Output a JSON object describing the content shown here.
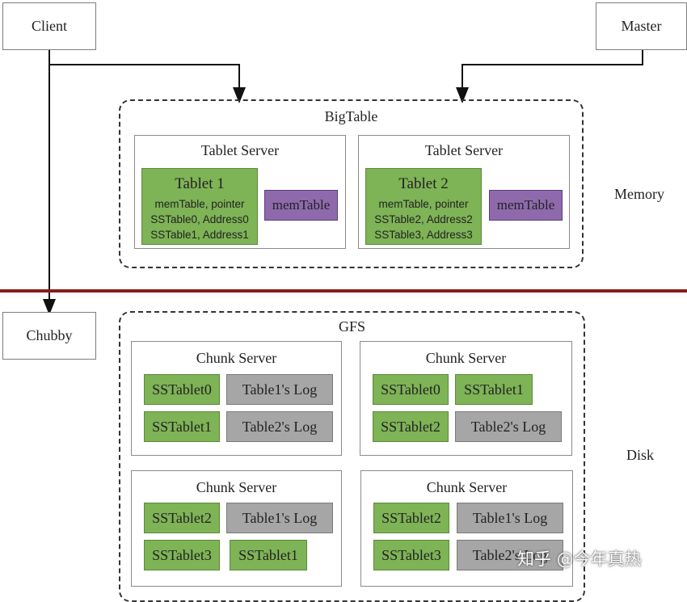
{
  "client": "Client",
  "master": "Master",
  "chubby": "Chubby",
  "memory_label": "Memory",
  "disk_label": "Disk",
  "bigtable": {
    "title": "BigTable",
    "servers": [
      {
        "title": "Tablet Server",
        "tablet": {
          "title": "Tablet 1",
          "lines": [
            "memTable, pointer",
            "SSTable0, Address0",
            "SSTable1, Address1"
          ]
        },
        "memtable": "memTable"
      },
      {
        "title": "Tablet Server",
        "tablet": {
          "title": "Tablet 2",
          "lines": [
            "memTable, pointer",
            "SSTable2, Address2",
            "SSTable3, Address3"
          ]
        },
        "memtable": "memTable"
      }
    ]
  },
  "gfs": {
    "title": "GFS",
    "chunk_servers": [
      {
        "title": "Chunk Server",
        "cells": [
          {
            "label": "SSTablet0",
            "color": "green"
          },
          {
            "label": "Table1's Log",
            "color": "gray"
          },
          {
            "label": "SSTablet1",
            "color": "green"
          },
          {
            "label": "Table2's Log",
            "color": "gray"
          }
        ]
      },
      {
        "title": "Chunk Server",
        "cells": [
          {
            "label": "SSTablet0",
            "color": "green"
          },
          {
            "label": "SSTablet1",
            "color": "green"
          },
          {
            "label": "SSTablet2",
            "color": "green"
          },
          {
            "label": "Table2's Log",
            "color": "gray"
          }
        ]
      },
      {
        "title": "Chunk Server",
        "cells": [
          {
            "label": "SSTablet2",
            "color": "green"
          },
          {
            "label": "Table1's Log",
            "color": "gray"
          },
          {
            "label": "SSTablet3",
            "color": "green"
          },
          {
            "label": "SSTablet1",
            "color": "green"
          }
        ]
      },
      {
        "title": "Chunk Server",
        "cells": [
          {
            "label": "SSTablet2",
            "color": "green"
          },
          {
            "label": "Table1's Log",
            "color": "gray"
          },
          {
            "label": "SSTablet3",
            "color": "green"
          },
          {
            "label": "Table2's Log",
            "color": "gray"
          }
        ]
      }
    ]
  },
  "watermark": "知乎 @今年真热",
  "colors": {
    "tablet_green": "#7eb356",
    "memtable_purple": "#8e6aac",
    "log_gray": "#a6a6a6",
    "divider_red": "#8a1b1b"
  }
}
